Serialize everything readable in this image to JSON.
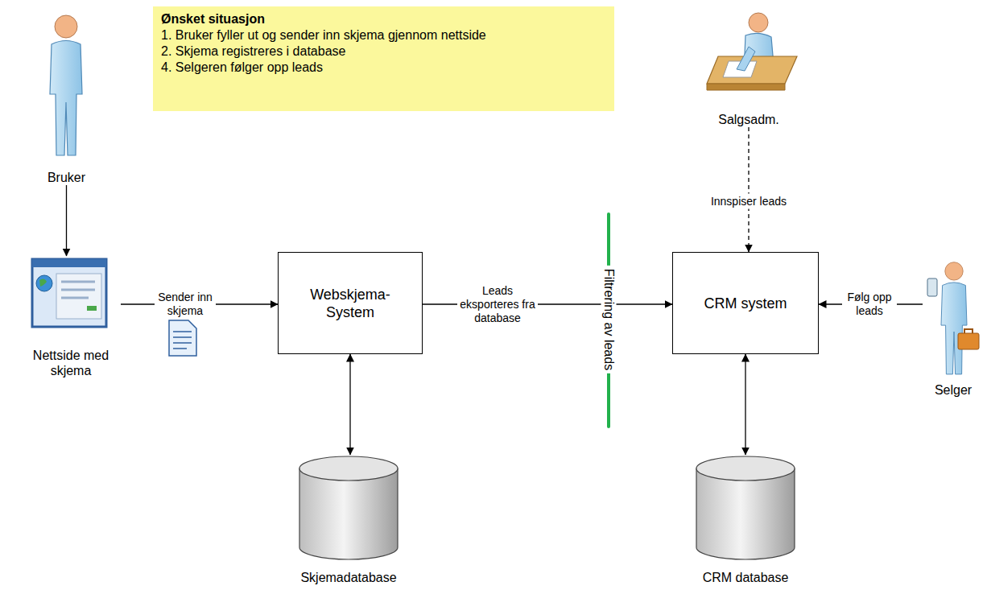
{
  "diagram": {
    "nodes": [
      {
        "text": [
          "Ønsket situasjon",
          "1. Bruker fyller ut og sender inn skjema gjennom nettside",
          "2. Skjema registreres i database",
          "4. Selgeren følger opp leads"
        ]
      },
      {
        "text": [
          "Bruker"
        ]
      },
      {
        "text": [
          "Salgsadm."
        ]
      },
      {
        "text": [
          "Nettside med skjema"
        ]
      },
      {
        "text": [
          "Webskjema-System"
        ]
      },
      {
        "text": [
          "CRM system"
        ]
      },
      {
        "text": [
          "Selger"
        ]
      },
      {
        "text": [
          "Skjemadatabase"
        ]
      },
      {
        "text": [
          "CRM database"
        ]
      }
    ],
    "edges": [
      {
        "from": 1,
        "to": 3,
        "arrow": "to"
      },
      {
        "from": 3,
        "to": 4,
        "label": "Sender inn skjema",
        "arrow": "to"
      },
      {
        "from": 4,
        "to": 7,
        "arrow": "both"
      },
      {
        "from": 4,
        "to": 5,
        "label": "Leads eksporteres fra database",
        "arrow": "to"
      },
      {
        "from": 2,
        "to": 5,
        "label": "Innspiser leads",
        "arrow": "to"
      },
      {
        "from": 6,
        "to": 5,
        "label": "Følg opp leads",
        "arrow": "to"
      },
      {
        "from": 5,
        "to": 8,
        "arrow": "both"
      }
    ],
    "labels": [
      "Filtrering av leads"
    ]
  }
}
